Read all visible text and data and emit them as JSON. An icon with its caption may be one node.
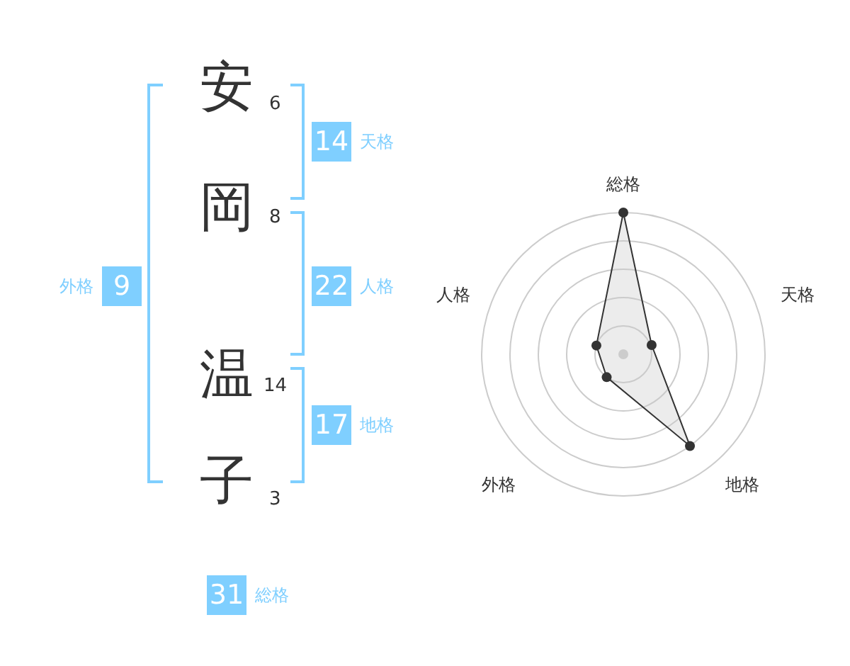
{
  "diagram": {
    "nodes": [
      {
        "text": [
          "14"
        ],
        "beside": [
          "天格"
        ]
      },
      {
        "text": [
          "22"
        ],
        "beside": [
          "人格"
        ]
      },
      {
        "text": [
          "17"
        ],
        "beside": [
          "地格"
        ]
      },
      {
        "text": [
          "9"
        ],
        "beside": [
          "外格"
        ]
      },
      {
        "text": [
          "31"
        ],
        "beside": [
          "総格"
        ]
      }
    ],
    "labels": [
      "安",
      "6",
      "岡",
      "8",
      "温",
      "14",
      "子",
      "3",
      "総格",
      "人格",
      "天格",
      "外格",
      "地格"
    ]
  }
}
